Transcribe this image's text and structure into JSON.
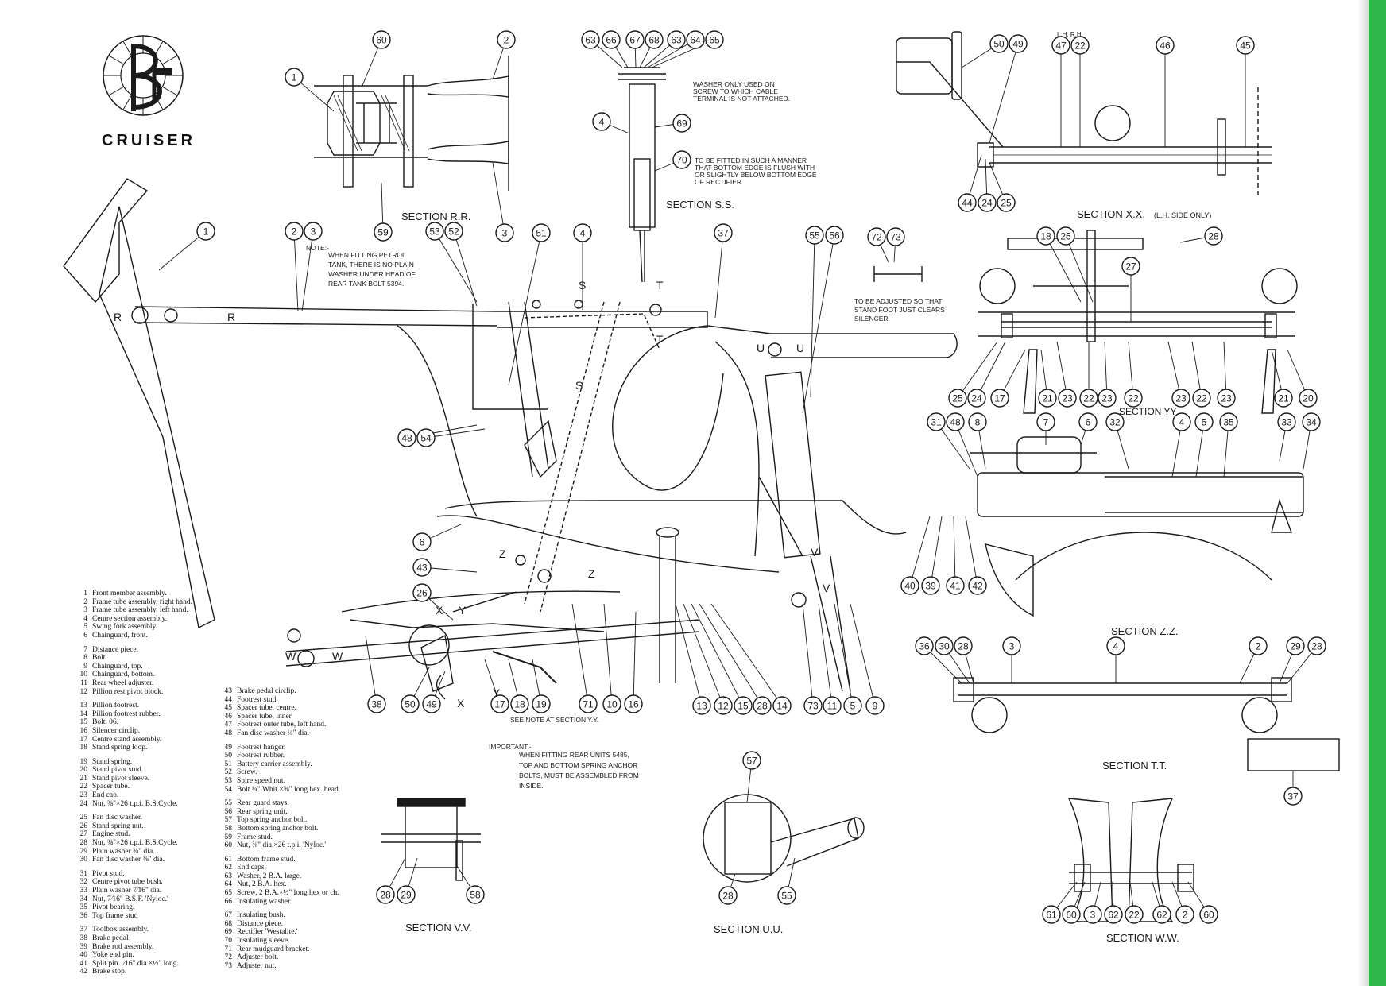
{
  "brand": {
    "name": "CRUISER",
    "logo": "BR-roundel"
  },
  "sections": {
    "rr": "SECTION R.R.",
    "ss": "SECTION S.S.",
    "xx": "SECTION X.X.",
    "xx_note": "(L.H. SIDE ONLY)",
    "yy": "SECTION YY",
    "zz": "SECTION Z.Z.",
    "tt": "SECTION T.T.",
    "vv": "SECTION V.V.",
    "uu": "SECTION U.U.",
    "ww": "SECTION W.W."
  },
  "notes": {
    "note_label": "NOTE:-",
    "petrol_tank": [
      "WHEN FITTING PETROL",
      "TANK, THERE IS NO PLAIN",
      "WASHER UNDER HEAD OF",
      "REAR TANK BOLT  5394."
    ],
    "washer": [
      "WASHER ONLY USED ON",
      "SCREW TO WHICH CABLE",
      "TERMINAL IS NOT ATTACHED."
    ],
    "rectifier": [
      "TO BE FITTED IN SUCH A MANNER",
      "THAT BOTTOM EDGE IS FLUSH WITH",
      "OR SLIGHTLY BELOW BOTTOM EDGE",
      "OF RECTIFIER"
    ],
    "stand": [
      "TO BE ADJUSTED SO THAT",
      "STAND FOOT JUST CLEARS",
      "SILENCER."
    ],
    "see_note": "SEE NOTE AT SECTION Y.Y.",
    "important_label": "IMPORTANT:-",
    "important": [
      "WHEN FITTING REAR UNITS 5485,",
      "TOP AND BOTTOM SPRING ANCHOR",
      "BOLTS, MUST BE ASSEMBLED FROM",
      "INSIDE."
    ],
    "lh_rh": "L.H.  R.H."
  },
  "section_letters": [
    "R",
    "R",
    "S",
    "S",
    "T",
    "T",
    "U",
    "U",
    "V",
    "V",
    "W",
    "W",
    "X",
    "X",
    "Y",
    "Y",
    "Z",
    "Z"
  ],
  "legend_groups_1": [
    [
      [
        "1",
        "Front member assembly."
      ],
      [
        "2",
        "Frame tube assembly, right hand."
      ],
      [
        "3",
        "Frame tube assembly, left hand."
      ],
      [
        "4",
        "Centre section assembly."
      ],
      [
        "5",
        "Swing fork assembly."
      ],
      [
        "6",
        "Chainguard, front."
      ]
    ],
    [
      [
        "7",
        "Distance piece."
      ],
      [
        "8",
        "Bolt."
      ],
      [
        "9",
        "Chainguard, top."
      ],
      [
        "10",
        "Chainguard, bottom."
      ],
      [
        "11",
        "Rear wheel adjuster."
      ],
      [
        "12",
        "Pillion rest pivot block."
      ]
    ],
    [
      [
        "13",
        "Pillion footrest."
      ],
      [
        "14",
        "Pillion footrest rubber."
      ],
      [
        "15",
        "Bolt, 06."
      ],
      [
        "16",
        "Silencer circlip."
      ],
      [
        "17",
        "Centre stand assembly."
      ],
      [
        "18",
        "Stand spring loop."
      ]
    ],
    [
      [
        "19",
        "Stand spring."
      ],
      [
        "20",
        "Stand pivot stud."
      ],
      [
        "21",
        "Stand pivot sleeve."
      ],
      [
        "22",
        "Spacer tube."
      ],
      [
        "23",
        "End cap."
      ],
      [
        "24",
        "Nut, ⅜\"×26 t.p.i. B.S.Cycle."
      ]
    ],
    [
      [
        "25",
        "Fan disc washer."
      ],
      [
        "26",
        "Stand spring nut."
      ],
      [
        "27",
        "Engine stud."
      ],
      [
        "28",
        "Nut, ⅜\"×26 t.p.i. B.S.Cycle."
      ],
      [
        "29",
        "Plain washer ⅜\" dia."
      ],
      [
        "30",
        "Fan disc washer ⅜\" dia."
      ]
    ],
    [
      [
        "31",
        "Pivot stud."
      ],
      [
        "32",
        "Centre pivot tube bush."
      ],
      [
        "33",
        "Plain washer 7⁄16\" dia."
      ],
      [
        "34",
        "Nut, 7⁄16\" B.S.F. 'Nyloc.'"
      ],
      [
        "35",
        "Pivot bearing."
      ],
      [
        "36",
        "Top frame stud"
      ]
    ],
    [
      [
        "37",
        "Toolbox assembly."
      ],
      [
        "38",
        "Brake pedal"
      ],
      [
        "39",
        "Brake rod assembly."
      ],
      [
        "40",
        "Yoke end pin."
      ],
      [
        "41",
        "Split pin 1⁄16\" dia.×½\" long."
      ],
      [
        "42",
        "Brake stop."
      ]
    ]
  ],
  "legend_groups_2": [
    [
      [
        "43",
        "Brake pedal circlip."
      ],
      [
        "44",
        "Footrest stud."
      ],
      [
        "45",
        "Spacer tube, centre."
      ],
      [
        "46",
        "Spacer tube, inner."
      ],
      [
        "47",
        "Footrest outer tube, left hand."
      ],
      [
        "48",
        "Fan disc washer ¼\" dia."
      ]
    ],
    [
      [
        "49",
        "Footrest hanger."
      ],
      [
        "50",
        "Footrest rubber."
      ],
      [
        "51",
        "Battery carrier assembly."
      ],
      [
        "52",
        "Screw."
      ],
      [
        "53",
        "Spire speed nut."
      ],
      [
        "54",
        "Bolt ¼\" Whit.×⅝\" long hex. head."
      ]
    ],
    [
      [
        "55",
        "Rear guard stays."
      ],
      [
        "56",
        "Rear spring unit."
      ],
      [
        "57",
        "Top spring anchor bolt."
      ],
      [
        "58",
        "Bottom spring anchor bolt."
      ],
      [
        "59",
        "Frame stud."
      ],
      [
        "60",
        "Nut, ⅜\" dia.×26 t.p.i. 'Nyloc.'"
      ]
    ],
    [
      [
        "61",
        "Bottom frame stud."
      ],
      [
        "62",
        "End caps."
      ],
      [
        "63",
        "Washer, 2 B.A. large."
      ],
      [
        "64",
        "Nut, 2 B.A. hex."
      ],
      [
        "65",
        "Screw, 2 B.A.×½\" long hex or ch."
      ],
      [
        "66",
        "Insulating washer."
      ]
    ],
    [
      [
        "67",
        "Insulating bush."
      ],
      [
        "68",
        "Distance piece."
      ],
      [
        "69",
        "Rectifier 'Westalite.'"
      ],
      [
        "70",
        "Insulating sleeve."
      ],
      [
        "71",
        "Rear mudguard bracket."
      ],
      [
        "72",
        "Adjuster bolt."
      ],
      [
        "73",
        "Adjuster nut."
      ]
    ]
  ],
  "callouts": {
    "c1": "1",
    "c2": "2",
    "c3": "3",
    "c4": "4",
    "c5": "5",
    "c6": "6",
    "c7": "7",
    "c8": "8",
    "c9": "9",
    "c10": "10",
    "c11": "11",
    "c12": "12",
    "c13": "13",
    "c14": "14",
    "c15": "15",
    "c16": "16",
    "c17": "17",
    "c18": "18",
    "c19": "19",
    "c20": "20",
    "c21": "21",
    "c22": "22",
    "c23": "23",
    "c24": "24",
    "c25": "25",
    "c26": "26",
    "c27": "27",
    "c28": "28",
    "c29": "29",
    "c30": "30",
    "c31": "31",
    "c32": "32",
    "c33": "33",
    "c34": "34",
    "c35": "35",
    "c36": "36",
    "c37": "37",
    "c38": "38",
    "c39": "39",
    "c40": "40",
    "c41": "41",
    "c42": "42",
    "c43": "43",
    "c44": "44",
    "c45": "45",
    "c46": "46",
    "c47": "47",
    "c48": "48",
    "c49": "49",
    "c50": "50",
    "c51": "51",
    "c52": "52",
    "c53": "53",
    "c54": "54",
    "c55": "55",
    "c56": "56",
    "c57": "57",
    "c58": "58",
    "c59": "59",
    "c60": "60",
    "c61": "61",
    "c62": "62",
    "c63": "63",
    "c64": "64",
    "c65": "65",
    "c66": "66",
    "c67": "67",
    "c68": "68",
    "c69": "69",
    "c70": "70",
    "c71": "71",
    "c72": "72",
    "c73": "73"
  },
  "colors": {
    "ink": "#1a1a1a",
    "paper": "#ffffff",
    "edge": "#2fb84a"
  }
}
